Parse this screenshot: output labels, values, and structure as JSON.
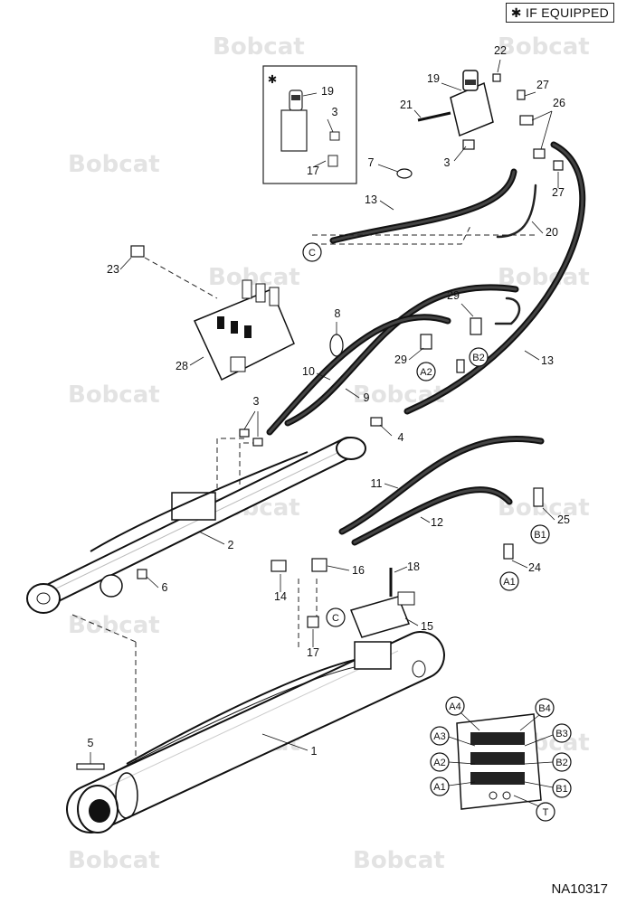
{
  "header": {
    "note": "✱ IF EQUIPPED"
  },
  "footer": {
    "drawing_id": "NA10317"
  },
  "watermark": {
    "text": "Bobcat",
    "color": "#e3e3e3"
  },
  "insert_box": {
    "marker": "✱"
  },
  "part_labels": {
    "p1": "1",
    "p2": "2",
    "p3a": "3",
    "p3b": "3",
    "p3c": "3",
    "p4": "4",
    "p5": "5",
    "p6": "6",
    "p7": "7",
    "p8": "8",
    "p9": "9",
    "p10": "10",
    "p11": "11",
    "p12": "12",
    "p13a": "13",
    "p13b": "13",
    "p14": "14",
    "p15": "15",
    "p16": "16",
    "p17a": "17",
    "p17b": "17",
    "p18": "18",
    "p19a": "19",
    "p19b": "19",
    "p20": "20",
    "p21": "21",
    "p22": "22",
    "p23": "23",
    "p24": "24",
    "p25": "25",
    "p26": "26",
    "p27a": "27",
    "p27b": "27",
    "p28": "28",
    "p29a": "29",
    "p29b": "29"
  },
  "callouts": {
    "c_top": "C",
    "c_mid": "C",
    "a2": "A2",
    "b2": "B2",
    "a1": "A1",
    "b1": "B1"
  },
  "valve_ports": {
    "a4": "A4",
    "b4": "B4",
    "a3": "A3",
    "b3": "B3",
    "a2": "A2",
    "b2": "B2",
    "a1": "A1",
    "b1": "B1",
    "t": "T"
  }
}
